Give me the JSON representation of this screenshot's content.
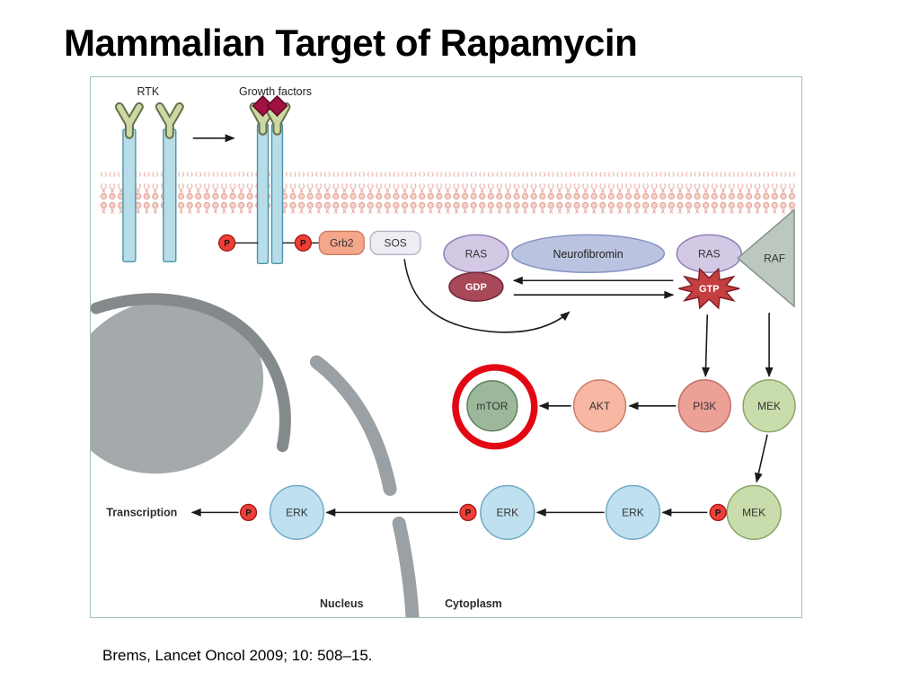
{
  "slide": {
    "title": "Mammalian Target of Rapamycin",
    "citation": "Brems, Lancet Oncol 2009; 10: 508–15."
  },
  "diagram": {
    "phosphate_label": "P",
    "receptors": {
      "rtk_label": "RTK",
      "growth_factors_label": "Growth factors"
    },
    "adaptors": {
      "grb2": "Grb2",
      "sos": "SOS"
    },
    "ras_cycle": {
      "ras_inactive": "RAS",
      "gdp": "GDP",
      "neurofibromin": "Neurofibromin",
      "ras_active": "RAS",
      "gtp": "GTP",
      "raf": "RAF"
    },
    "pi3k_branch": {
      "pi3k": "PI3K",
      "akt": "AKT",
      "mtor": "mTOR"
    },
    "mapk_branch": {
      "mek_upper": "MEK",
      "mek_lower": "MEK",
      "erk_cytoplasmic_right": "ERK",
      "erk_cytoplasmic_left": "ERK",
      "erk_nuclear": "ERK"
    },
    "compartments": {
      "nucleus": "Nucleus",
      "cytoplasm": "Cytoplasm"
    },
    "output": {
      "transcription": "Transcription"
    },
    "highlight": {
      "highlighted_node": "mTOR",
      "ring_color": "#e30613"
    }
  }
}
